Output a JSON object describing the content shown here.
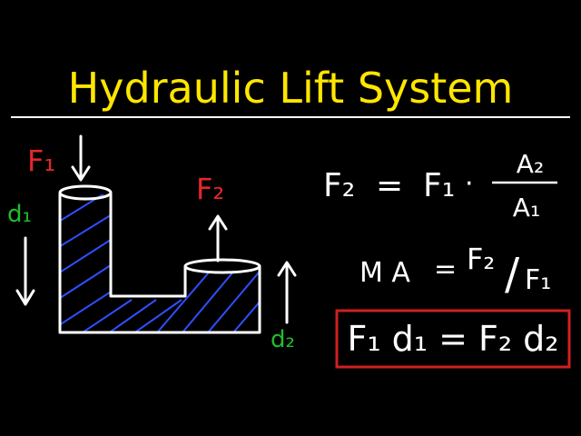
{
  "title": "Hydraulic Lift System",
  "labels": {
    "f1": "F₁",
    "f2": "F₂",
    "d1": "d₁",
    "d2": "d₂"
  },
  "equations": {
    "force_lhs": "F₂",
    "force_equals": "=",
    "force_f1": "F₁",
    "force_dot": "·",
    "force_num": "A₂",
    "force_den": "A₁",
    "ma_lhs": "M A",
    "ma_equals": "=",
    "ma_num": "F₂",
    "ma_slash": "/",
    "ma_den": "F₁",
    "work": "F₁ d₁ = F₂ d₂"
  },
  "colors": {
    "background": "#000000",
    "title": "#ffe600",
    "ink": "#ffffff",
    "force_label": "#e8252a",
    "distance_label": "#1fbf2a",
    "fluid_hatch": "#2f4fff",
    "box": "#d11f1f"
  },
  "icons": {
    "down_arrow": "down-arrow-icon",
    "up_arrow": "up-arrow-icon"
  }
}
